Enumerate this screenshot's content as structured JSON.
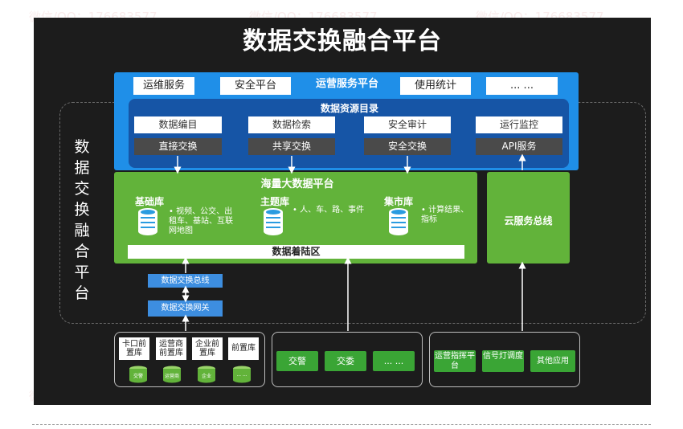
{
  "title": "数据交换融合平台",
  "side_title": "数据交换融合平台",
  "watermark": "微信/QQ：176683577",
  "ops_platform": {
    "label": "运营服务平台",
    "buttons": [
      "运维服务",
      "安全平台",
      "使用统计",
      "... ..."
    ]
  },
  "resource_catalog": {
    "label": "数据资源目录",
    "top_row": [
      "数据编目",
      "数据检索",
      "安全审计",
      "运行监控"
    ],
    "bottom_row": [
      "直接交换",
      "共享交换",
      "安全交换",
      "API服务"
    ]
  },
  "big_data": {
    "label": "海量大数据平台",
    "libraries": [
      {
        "title": "基础库",
        "text": "• 视频、公交、出租车、基站、互联网地图"
      },
      {
        "title": "主题库",
        "text": "• 人、车、路、事件"
      },
      {
        "title": "集市库",
        "text": "• 计算结果、指标"
      }
    ],
    "landing": "数据着陆区"
  },
  "cloud_bus": "云服务总线",
  "exchange_bus": "数据交换总线",
  "exchange_gateway": "数据交换网关",
  "bottom_left": {
    "boxes": [
      "卡口前置库",
      "运营商前置库",
      "企业前置库",
      "前置库"
    ],
    "cylinders": [
      "交警",
      "运营商",
      "企业",
      "... ..."
    ]
  },
  "bottom_mid": {
    "buttons": [
      "交警",
      "交委",
      "... ..."
    ]
  },
  "bottom_right": {
    "buttons": [
      "运营指挥平台",
      "信号灯调度",
      "其他应用"
    ]
  }
}
